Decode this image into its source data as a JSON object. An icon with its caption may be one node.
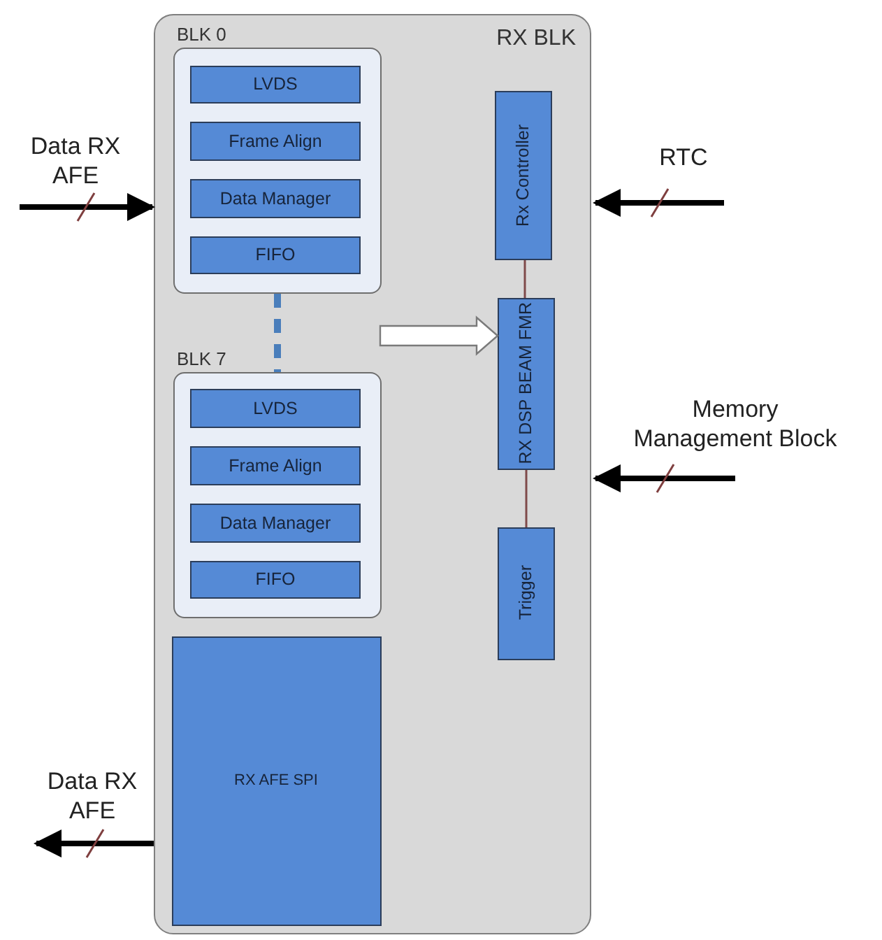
{
  "diagram": {
    "nodes": [
      {
        "text": [
          "RX BLK"
        ]
      },
      {
        "text": [
          "BLK 0"
        ],
        "in": 0
      },
      {
        "text": [
          "LVDS"
        ],
        "in": 1
      },
      {
        "text": [
          "Frame Align"
        ],
        "in": 1
      },
      {
        "text": [
          "Data Manager"
        ],
        "in": 1
      },
      {
        "text": [
          "FIFO"
        ],
        "in": 1
      },
      {
        "text": [
          "BLK 7"
        ],
        "in": 0
      },
      {
        "text": [
          "LVDS"
        ],
        "in": 6
      },
      {
        "text": [
          "Frame Align"
        ],
        "in": 6
      },
      {
        "text": [
          "Data Manager"
        ],
        "in": 6
      },
      {
        "text": [
          "FIFO"
        ],
        "in": 6
      },
      {
        "text": [
          "RX AFE SPI"
        ],
        "in": 0
      },
      {
        "text": [
          "Rx Controller"
        ],
        "in": 0
      },
      {
        "text": [
          "RX DSP BEAM FMR"
        ],
        "in": 0
      },
      {
        "text": [
          "Trigger"
        ],
        "in": 0
      },
      {
        "text": [
          "Data RX AFE"
        ]
      },
      {
        "text": [
          "RTC"
        ]
      },
      {
        "text": [
          "Memory Management Block"
        ]
      },
      {
        "text": [
          "Data RX AFE"
        ]
      }
    ],
    "edges": [
      {
        "from": 15,
        "to": 0,
        "arrow": "to"
      },
      {
        "from": 16,
        "to": 0,
        "arrow": "to"
      },
      {
        "from": 17,
        "to": 0,
        "arrow": "to"
      },
      {
        "from": 0,
        "to": 18,
        "arrow": "to"
      },
      {
        "from": 1,
        "to": 6,
        "arrow": "none",
        "style": "dashed",
        "color": "#4a7ebb"
      },
      {
        "from": 12,
        "to": 13,
        "arrow": "none",
        "color": "#7f4a4a"
      },
      {
        "from": 13,
        "to": 14,
        "arrow": "none",
        "color": "#7f4a4a"
      },
      {
        "from": null,
        "to": 13,
        "arrow": "to",
        "style": "thick",
        "color": "#ffffff"
      }
    ]
  }
}
